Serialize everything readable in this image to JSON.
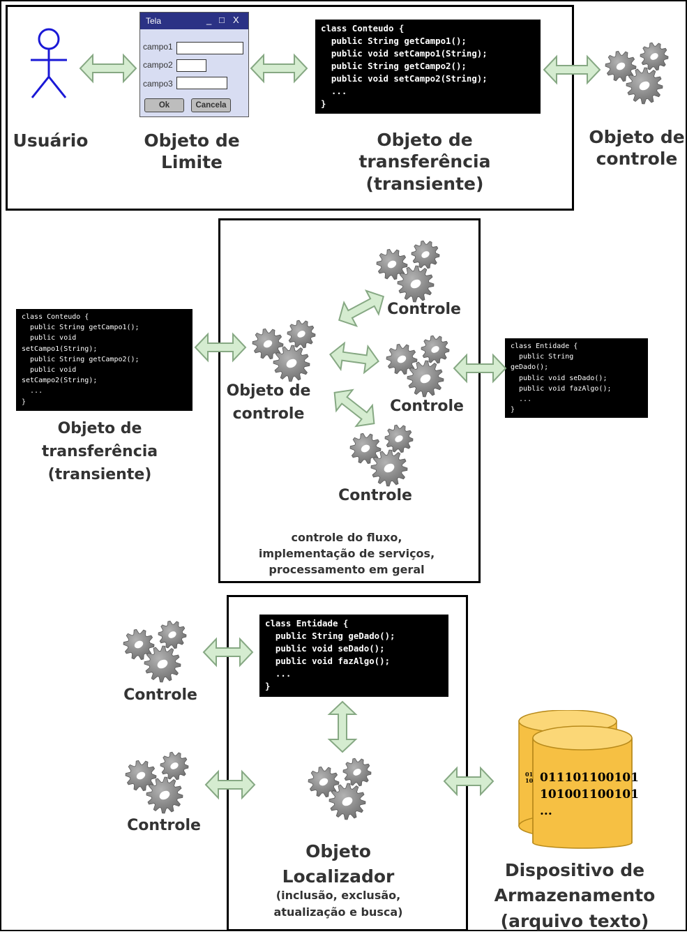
{
  "panel1": {
    "user_label": "Usuário",
    "window": {
      "title": "Tela",
      "title_buttons": [
        "_",
        "□",
        "X"
      ],
      "fields": [
        "campo1",
        "campo2",
        "campo3"
      ],
      "ok_label": "Ok",
      "cancel_label": "Cancela"
    },
    "boundary_label": "Objeto de\nLimite",
    "transfer_code": "class Conteudo {\n  public String getCampo1();\n  public void setCampo1(String);\n  public String getCampo2();\n  public void setCampo2(String);\n  ...\n}",
    "transfer_label": "Objeto de\ntransferência\n(transiente)",
    "control_label": "Objeto de\ncontrole"
  },
  "panel2": {
    "transfer_code": "class Conteudo {\n  public String getCampo1();\n  public void\nsetCampo1(String);\n  public String getCampo2();\n  public void\nsetCampo2(String);\n  ...\n}",
    "transfer_label": "Objeto de\ntransferência\n(transiente)",
    "control_label": "Objeto de\ncontrole",
    "controle_top": "Controle",
    "controle_mid": "Controle",
    "controle_bottom": "Controle",
    "entity_code": "class Entidade {\n  public String\ngeDado();\n  public void seDado();\n  public void fazAlgo();\n  ...\n}",
    "caption": "controle do fluxo,\nimplementação de serviços,\nprocessamento em geral"
  },
  "panel3": {
    "controle_top": "Controle",
    "controle_bottom": "Controle",
    "entity_code": "class Entidade {\n  public String geDado();\n  public void seDado();\n  public void fazAlgo();\n  ...\n}",
    "locator_label": "Objeto\nLocalizador",
    "locator_caption": "(inclusão, exclusão,\natualização e busca)",
    "storage_bits_back": "01\n10",
    "storage_bits": "011101100101\n101001100101\n...",
    "storage_label": "Dispositivo de\nArmazenamento\n(arquivo texto)"
  },
  "colors": {
    "arrow_fill": "#d5ecd0",
    "arrow_stroke": "#86a883",
    "gear": "#8c8c8c",
    "db_fill": "#f6c043",
    "db_top": "#fbd777",
    "code_bg": "#000000",
    "window_titlebar": "#2b3285",
    "window_body": "#d8ddf2"
  }
}
